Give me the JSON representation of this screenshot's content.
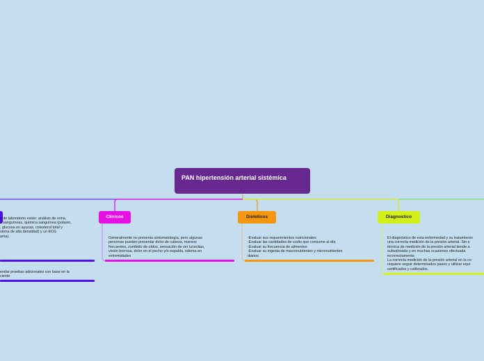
{
  "root": {
    "title": "PAN hipertensión arterial sistémica",
    "color": "#67298f"
  },
  "branches": [
    {
      "label": "",
      "color": "#4a10f0",
      "notes": [
        "s de laboratorio están: análisis de orina,\ns sanguíneas, química sanguínea (potasio,\n, glucosa en ayunas, colesterol total y\notena de alta densidad) y un ECG\nama).",
        "endar pruebas adicionales con base en la\nciente"
      ]
    },
    {
      "label": "Clínicos",
      "color": "#e410e6",
      "notes": [
        "Generalmente no presenta sintomatología, pero algunas\npersonas pueden presentar dolor de cabeza, mareos\nfrecuentes, zumbido de oídos, sensación de ver lucecitas,\nvisión borrosa, dolor en el pecho y/o espalda, edema en\nextremidades"
      ]
    },
    {
      "label": "Dieteticos",
      "color": "#f4970f",
      "notes": [
        "-Evaluar sus requerimientos nutricionales\n-Evaluar las cantidades de sodio que consume al día\n-Evaluar su frecuencia de alimentos\n-Evaluar su ingesta de macronutrientes y micronutrientes\ndiarios."
      ]
    },
    {
      "label": "Diagnostico",
      "color": "#d2f01a",
      "notes": [
        "El diagnóstico de esta enfermedad y su tratamiento\nuna correcta medición de la presión arterial. Sin e\ntécnica de medición de la presión arterial tiende a\nsubvalorada y en muchas ocasiones efectuada\nincorrectamente.\nLa correcta medición de la presión arterial en la co\nrequiere seguir determinados pasos y utilizar equi\ncertificados y calibrados."
      ]
    },
    {
      "label": "",
      "color": "#7fe06a",
      "notes": []
    }
  ]
}
